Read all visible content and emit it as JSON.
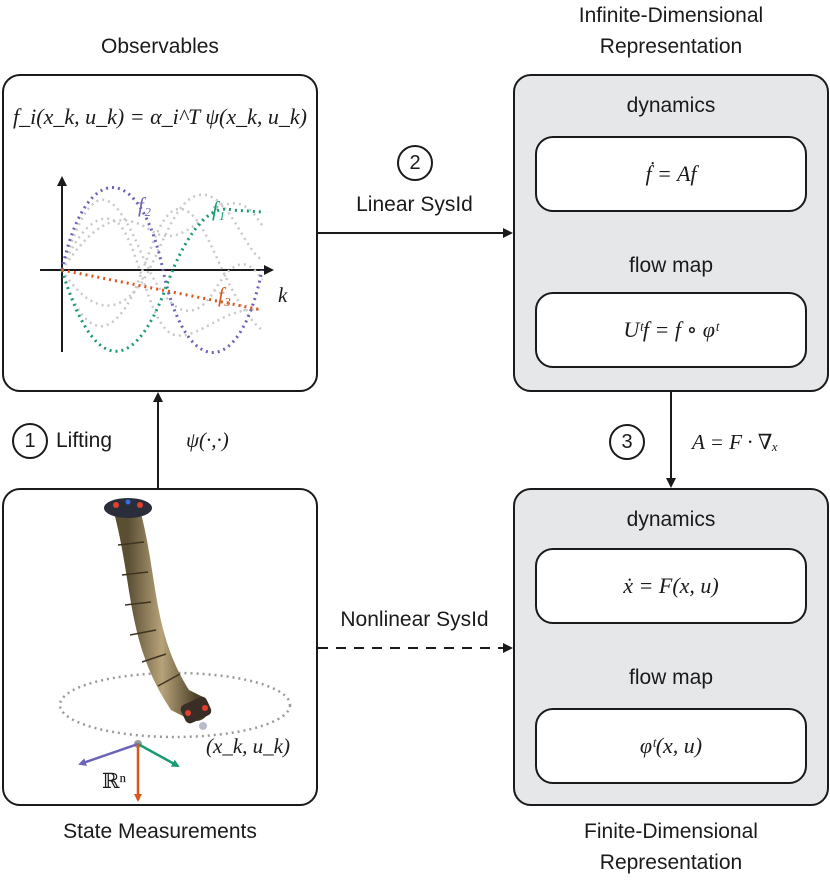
{
  "titles": {
    "infinite": [
      "Infinite-Dimensional",
      "Representation"
    ],
    "observables": "Observables",
    "state": "State Measurements",
    "finite": [
      "Finite-Dimensional",
      "Representation"
    ]
  },
  "observables_box": {
    "equation": "f_i(x_k, u_k) = α_i^T ψ(x_k, u_k)",
    "curve_labels": {
      "f2": "f₂",
      "f1": "f₁",
      "f3": "f₃",
      "axis": "k"
    },
    "colors": {
      "f1": "#1a9a74",
      "f2": "#6b64b8",
      "f3": "#d9571b",
      "background_curves": "#c8c8c8"
    }
  },
  "infinite_box": {
    "dynamics_label": "dynamics",
    "dynamics_eq": "ḟ = Af",
    "flow_label": "flow map",
    "flow_eq": "Uᵗf = f ∘ φᵗ"
  },
  "finite_box": {
    "dynamics_label": "dynamics",
    "dynamics_eq": "ẋ = F(x, u)",
    "flow_label": "flow map",
    "flow_eq": "φᵗ(x, u)"
  },
  "state_box": {
    "point_label": "(x_k, u_k)",
    "space_label": "ℝⁿ"
  },
  "arrows": {
    "step1": {
      "number": "1",
      "label": "Lifting",
      "map": "ψ(·,·)"
    },
    "step2": {
      "number": "2",
      "label": "Linear SysId"
    },
    "step3": {
      "number": "3",
      "equation": "A = F · ∇ₓ"
    },
    "nonlinear": {
      "label": "Nonlinear SysId"
    }
  }
}
